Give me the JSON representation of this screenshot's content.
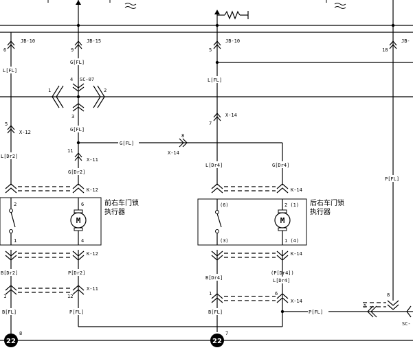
{
  "connectors": {
    "jb10_left": "JB-10",
    "jb10_left_pin": "6",
    "jb15": "JB-15",
    "jb15_pin": "9",
    "jb10_mid": "JB-10",
    "jb10_mid_pin": "5",
    "jb_right": "JB-",
    "jb_right_pin": "18",
    "sc07": "SC-07",
    "sc07_pin1": "1",
    "sc07_pin2": "2",
    "sc07_pin3": "3",
    "sc07_pin4": "4",
    "x12": "X-12",
    "x12_pin": "5",
    "x11_top": "X-11",
    "x11_top_pin": "11",
    "x14_mid": "X-14",
    "x14_mid_pin": "7",
    "x14_horiz": "X-14",
    "x14_horiz_pin": "8",
    "k12_top": "K-12",
    "k14_top": "K-14",
    "k12_bot": "K-12",
    "k14_bot": "K-14",
    "x11_bot": "X-11",
    "x11_bot_pin_a": "1",
    "x11_bot_pin_b": "12",
    "x14_bot": "X-14",
    "x14_bot_pin_a": "1",
    "x14_bot_pin_b": "6",
    "x_right_pin_a": "5",
    "x_right_pin_b": "8",
    "sc_right": "SC-"
  },
  "wires": {
    "l_fl_1": "L[FL]",
    "g_fl_1": "G[FL]",
    "l_fl_2": "L[FL]",
    "g_fl_2": "G[FL]",
    "g_fl_3": "G[FL]",
    "l_dr2": "L[Dr2]",
    "g_dr2": "G[Dr2]",
    "l_dr4": "L[Dr4]",
    "g_dr4": "G[Dr4]",
    "p_fl_right": "P[FL]",
    "b_dr2": "B[Dr2]",
    "p_dr2": "P[Dr2]",
    "b_dr4": "B[Dr4]",
    "p_dr4_paren": "(P[Dr4])",
    "l_dr4_b": "L[Dr4]",
    "b_fl_1": "B[FL]",
    "p_fl_1": "P[FL]",
    "b_fl_2": "B[FL]",
    "p_fl_2": "P[FL]"
  },
  "actuators": {
    "front": {
      "label_line1": "前右车门锁",
      "label_line2": "执行器",
      "pin_top_left": "2",
      "pin_top_right": "6",
      "pin_bot_left": "1",
      "pin_bot_right": "4",
      "motor": "M"
    },
    "rear": {
      "label_line1": "后右车门锁",
      "label_line2": "执行器",
      "pin_top_left": "(6)",
      "pin_top_right": "2 (1)",
      "pin_bot_left": "(3)",
      "pin_bot_right": "1 (4)",
      "motor": "M"
    }
  },
  "grounds": {
    "left": {
      "number": "22",
      "pin": "8"
    },
    "mid": {
      "number": "22",
      "pin": "7"
    }
  }
}
